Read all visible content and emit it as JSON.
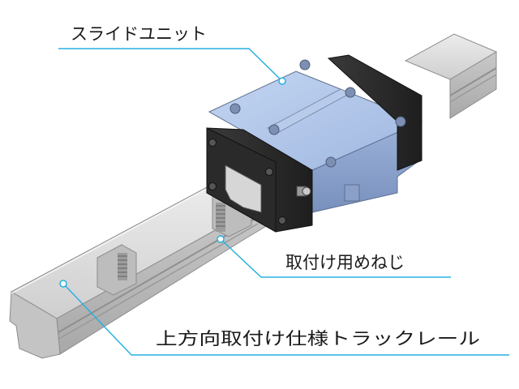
{
  "labels": {
    "slide_unit": "スライドユニット",
    "mounting_screw": "取付け用めねじ",
    "rail": "上方向取付け仕様トラックレール"
  },
  "colors": {
    "leader_line": "#29b0e0",
    "rail_top": "#dcdcdc",
    "rail_side": "#b9b9b9",
    "block_top": "#aec3e6",
    "block_side": "#8aa2cc",
    "end_seal": "#2c2c2c"
  },
  "icons": {
    "grease_nipple": "grease-nipple-icon",
    "mounting_hole": "mounting-hole-icon"
  }
}
